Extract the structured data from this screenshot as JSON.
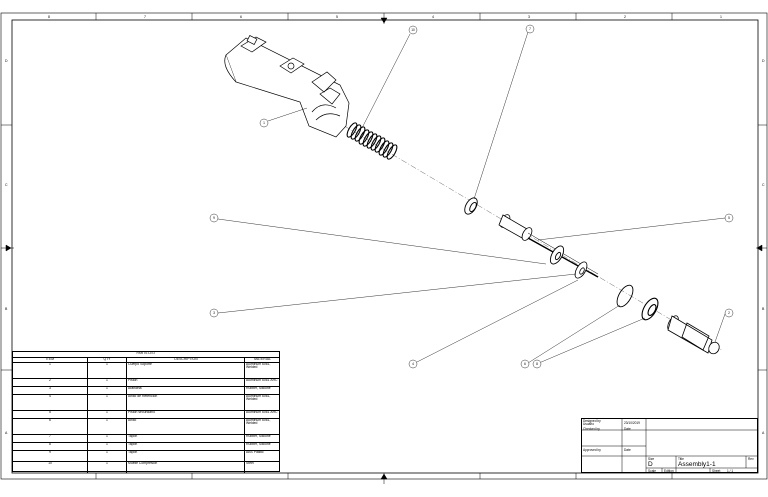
{
  "drawing": {
    "zone_letters": [
      "D",
      "C",
      "B",
      "A"
    ],
    "zone_numbers": [
      "8",
      "7",
      "6",
      "5",
      "4",
      "3",
      "2",
      "1"
    ]
  },
  "callouts": [
    "1",
    "10",
    "7",
    "9",
    "5",
    "3",
    "4",
    "2",
    "6",
    "8"
  ],
  "bom": {
    "title": "PARTS LIST",
    "headers": [
      "ITEM",
      "QTY",
      "DESCRIPTION",
      "MATERIAL"
    ],
    "rows": [
      {
        "item": "1",
        "qty": "1",
        "desc": "Cuerpo Soporte",
        "mat": "Aluminum 6061, Welded"
      },
      {
        "item": "2",
        "qty": "1",
        "desc": "Piston",
        "mat": "Aluminum 6061 AHC"
      },
      {
        "item": "3",
        "qty": "1",
        "desc": "Arandela",
        "mat": "Rubber, Silicone"
      },
      {
        "item": "4",
        "qty": "1",
        "desc": "Anillo de Retencion",
        "mat": "Aluminum 6061, Welded"
      },
      {
        "item": "5",
        "qty": "1",
        "desc": "Piston secundario",
        "mat": "Aluminum 6061 AHC"
      },
      {
        "item": "6",
        "qty": "1",
        "desc": "Anillo",
        "mat": "Aluminum 6061, Welded"
      },
      {
        "item": "7",
        "qty": "1",
        "desc": "Tapon",
        "mat": "Rubber, Silicone"
      },
      {
        "item": "8",
        "qty": "1",
        "desc": "Tapon",
        "mat": "Rubber, Silicone"
      },
      {
        "item": "9",
        "qty": "1",
        "desc": "Tapon",
        "mat": "ABS Plastic"
      },
      {
        "item": "10",
        "qty": "1",
        "desc": "Muelle Compresion",
        "mat": "Steel"
      }
    ]
  },
  "title_block": {
    "designed_by_label": "Designed by",
    "designer": "Usuario",
    "checked_label": "Checked by",
    "approved_label": "Approved by",
    "date_label": "Date",
    "date": "23/10/2019",
    "date2_label": "Date",
    "size_label": "Size",
    "size": "D",
    "title_label": "Title",
    "title": "Assembly1-1",
    "edition_label": "Edition",
    "sheet_label": "Sheet",
    "sheet": "1 / 1",
    "scale_label": "Scale",
    "rev_label": "Rev"
  }
}
